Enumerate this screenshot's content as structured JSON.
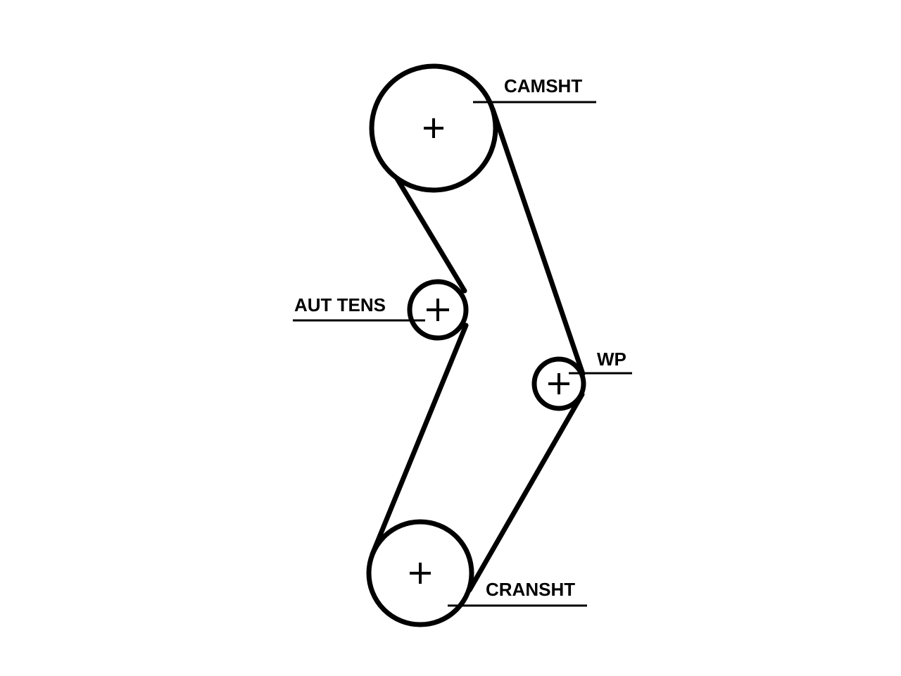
{
  "diagram": {
    "labels": {
      "camshaft": "CAMSHT",
      "tensioner": "AUT TENS",
      "water_pump": "WP",
      "crankshaft": "CRANSHT"
    },
    "colors": {
      "stroke": "#000000",
      "background": "#ffffff"
    },
    "icons": {
      "center_mark": "plus-icon"
    }
  }
}
